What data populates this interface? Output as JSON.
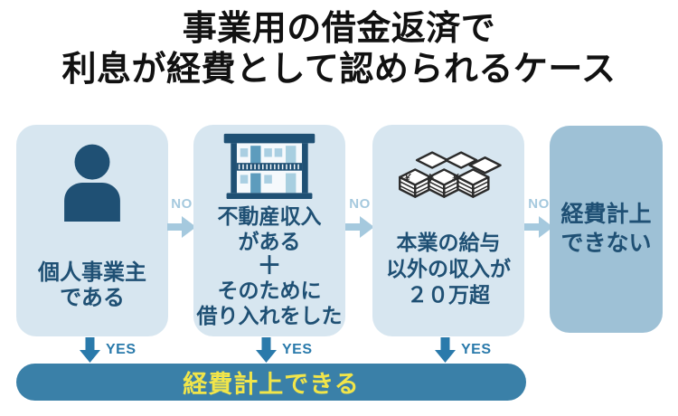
{
  "title": {
    "line1": "事業用の借金返済で",
    "line2": "利息が経費として認められるケース"
  },
  "flow": {
    "no_label": "NO",
    "yes_label": "YES",
    "steps": [
      {
        "icon": "person-icon",
        "lines": [
          "個人事業主",
          "である"
        ]
      },
      {
        "icon": "apartment-building-icon",
        "lines": [
          "不動産収入",
          "がある",
          "＋",
          "そのために",
          "借り入れをした"
        ]
      },
      {
        "icon": "money-stacks-icon",
        "lines": [
          "本業の給与",
          "以外の収入が",
          "２０万超"
        ]
      }
    ],
    "fail_result": {
      "lines": [
        "経費計上",
        "できない"
      ]
    },
    "success_result": {
      "label": "経費計上できる"
    }
  },
  "colors": {
    "step_box_bg": "#d7e6f0",
    "fail_box_bg": "#9ec1d6",
    "dark_blue": "#1f5074",
    "no_arrow": "#a5c9de",
    "yes_arrow": "#2a7aab",
    "success_bar_bg": "#3a80a8",
    "success_text_yellow": "#f1e54a",
    "title_text": "#111111"
  }
}
